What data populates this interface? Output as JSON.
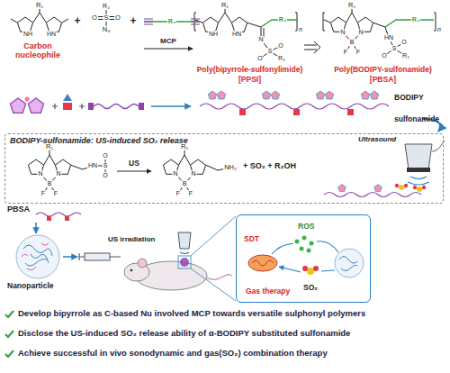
{
  "diagram": {
    "nodes": [
      {
        "text": [
          "BODIPY-sulfonamide: US-induced SO₂ release"
        ]
      },
      {
        "text": [
          "ROS",
          "SDT",
          "Gas therapy",
          "SO₂"
        ]
      }
    ],
    "labels": [
      "R₁",
      "NH",
      "HN",
      "Carbon nucleophile",
      "+",
      "R₂",
      "S",
      "O",
      "O",
      "N₃",
      "+",
      "R₃",
      "MCP",
      "R₁",
      "NH",
      "HN",
      "N",
      "S",
      "O",
      "O",
      "R₂",
      "R₃",
      "n",
      "Poly(bipyrrole-sulfonylimide)",
      "[PPSI]",
      "R₁",
      "N",
      "B",
      "N",
      "F",
      "F",
      "HN",
      "S",
      "O",
      "O",
      "R₂",
      "R₃",
      "n",
      "Poly(BODIPY-sulfonamide)",
      "[PBSA]",
      "BODIPY",
      "sulfonamide",
      "R₁",
      "N",
      "B",
      "N",
      "F",
      "F",
      "HN",
      "S",
      "O",
      "O",
      "US",
      "R₁",
      "N",
      "B",
      "N",
      "F",
      "F",
      "NH₂",
      "+ SO₂ + R₂OH",
      "Ultrasound",
      "PBSA",
      "Nanoparticle",
      "US irradiation",
      "Develop bipyrrole as C-based Nu involved MCP towards versatile sulphonyl polymers",
      "Disclose the US-induced SO₂ release ability of α-BODIPY substituted sulfonamide",
      "Achieve successful in vivo sonodynamic and gas(SO₂) combination therapy"
    ]
  }
}
